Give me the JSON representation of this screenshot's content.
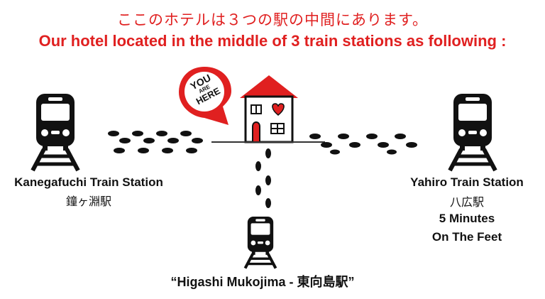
{
  "header": {
    "title_jp": "ここのホテルは３つの駅の中間にあります。",
    "title_en": "Our hotel located in the middle of 3 train stations as following :"
  },
  "pin": {
    "line1": "YOU",
    "line2": "ARE",
    "line3": "HERE"
  },
  "stations": {
    "left": {
      "name": "Kanegafuchi Train Station",
      "name_jp": "鐘ヶ淵駅"
    },
    "right": {
      "name": "Yahiro Train Station",
      "name_jp": "八広駅",
      "note_line1": "5 Minutes",
      "note_line2": "On The Feet"
    },
    "bottom": {
      "name": "“Higashi Mukojima - 東向島駅”"
    }
  },
  "colors": {
    "accent": "#e02020",
    "ink": "#111111"
  }
}
